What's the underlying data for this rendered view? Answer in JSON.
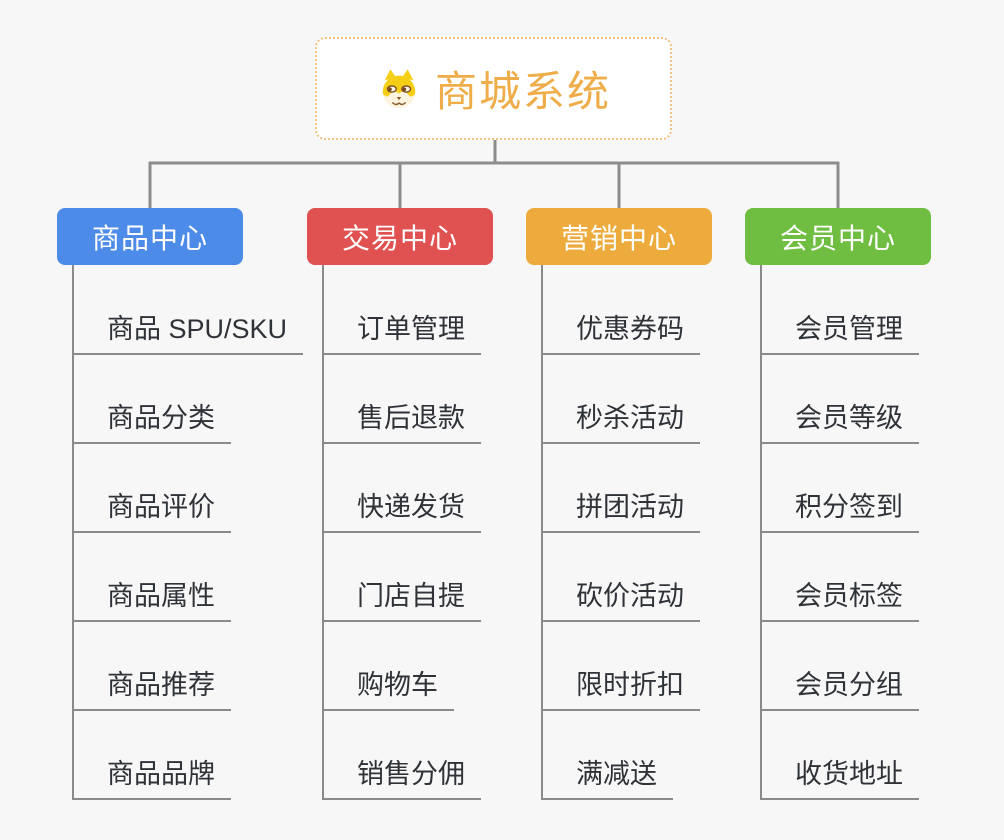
{
  "root": {
    "title": "商城系统",
    "icon": "doge-icon"
  },
  "branches": [
    {
      "label": "商品中心",
      "color": "#4D8BE9",
      "items": [
        "商品 SPU/SKU",
        "商品分类",
        "商品评价",
        "商品属性",
        "商品推荐",
        "商品品牌"
      ]
    },
    {
      "label": "交易中心",
      "color": "#E05252",
      "items": [
        "订单管理",
        "售后退款",
        "快递发货",
        "门店自提",
        "购物车",
        "销售分佣"
      ]
    },
    {
      "label": "营销中心",
      "color": "#ECAB3C",
      "items": [
        "优惠券码",
        "秒杀活动",
        "拼团活动",
        "砍价活动",
        "限时折扣",
        "满减送"
      ]
    },
    {
      "label": "会员中心",
      "color": "#6FBE41",
      "items": [
        "会员管理",
        "会员等级",
        "积分签到",
        "会员标签",
        "会员分组",
        "收货地址"
      ]
    }
  ],
  "colors": {
    "bg": "#F7F7F7",
    "line": "#8C8C8C",
    "underline": "#8A8A8A",
    "item_text": "#2F3338",
    "title": "#EFAD4A",
    "root_border": "#F1C182"
  }
}
